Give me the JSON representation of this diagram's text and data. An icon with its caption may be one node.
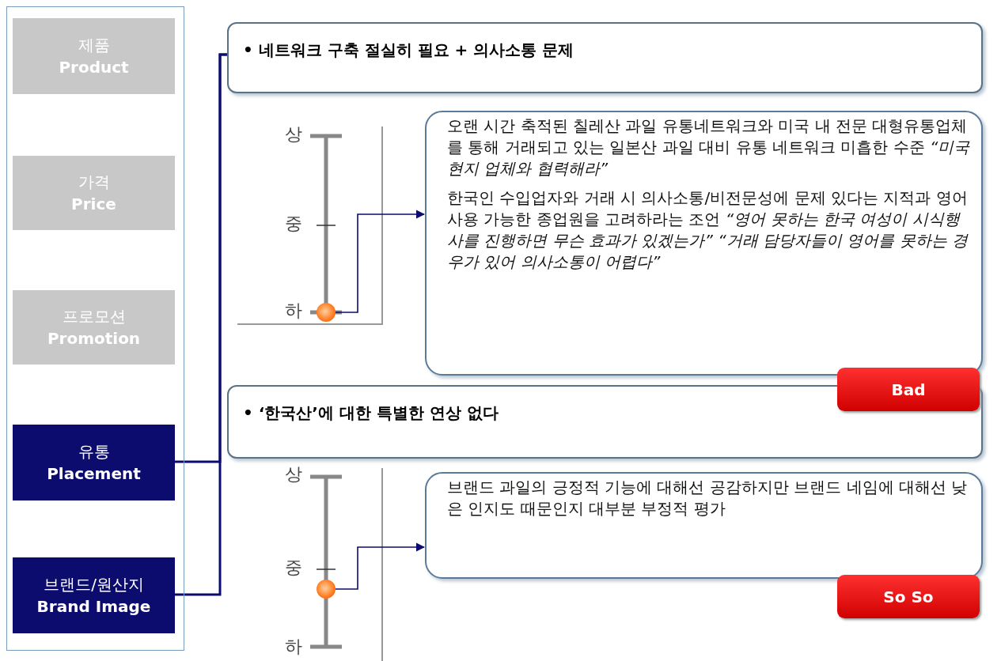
{
  "diagram": {
    "nodes": [
      {
        "text": [],
        "shape": "box"
      },
      {
        "text": [
          "제품",
          "Product"
        ],
        "in": 0
      },
      {
        "text": [
          "가격",
          "Price"
        ],
        "in": 0
      },
      {
        "text": [
          "프로모션",
          "Promotion"
        ],
        "in": 0
      },
      {
        "text": [
          "유통",
          "Placement"
        ],
        "in": 0
      },
      {
        "text": [
          "브랜드/원산지",
          "Brand Image"
        ],
        "in": 0
      },
      {
        "text": [
          "• 네트워크 구축 절실히 필요 + 의사소통 문제"
        ]
      },
      {
        "text": [],
        "shape": "circle"
      },
      {
        "text": [
          "오랜 시간 축적된 칠레산 과일 유통네트워크와 미국 내 전문 대형유통업체를 통해 거래되고 있는 일본산 과일 대비 유통 네트워크 미흡한 수준 *“미국 현지 업체와 협력해라”*",
          "한국인 수입업자와 거래 시 의사소통/비전문성에 문제 있다는 지적과 영어 사용 가능한 종업원을 고려하라는 조언 *“영어 못하는 한국 여성이 시식행사를 진행하면 무슨 효과가 있겠는가” “거래 담당자들이 영어를 못하는 경우가 있어 의사소통이 어렵다”*"
        ]
      },
      {
        "text": [
          "Bad"
        ]
      },
      {
        "text": [
          "• ‘한국산’에 대한 특별한 연상 없다"
        ]
      },
      {
        "text": [],
        "shape": "circle"
      },
      {
        "text": [
          "브랜드 과일의 긍정적 기능에 대해선 공감하지만 브랜드 네임에 대해선 낮은 인지도 때문인지 대부분 부정적 평가"
        ]
      },
      {
        "text": [
          "So So"
        ]
      }
    ],
    "edges": [
      {
        "from": 4,
        "to": 6,
        "arrow": "none"
      },
      {
        "from": 5,
        "to": 6,
        "arrow": "none"
      },
      {
        "from": 7,
        "to": 8,
        "arrow": "to"
      },
      {
        "from": 11,
        "to": 12,
        "arrow": "to"
      }
    ],
    "labels": [
      "상",
      "중",
      "하",
      "상",
      "중",
      "하"
    ]
  }
}
